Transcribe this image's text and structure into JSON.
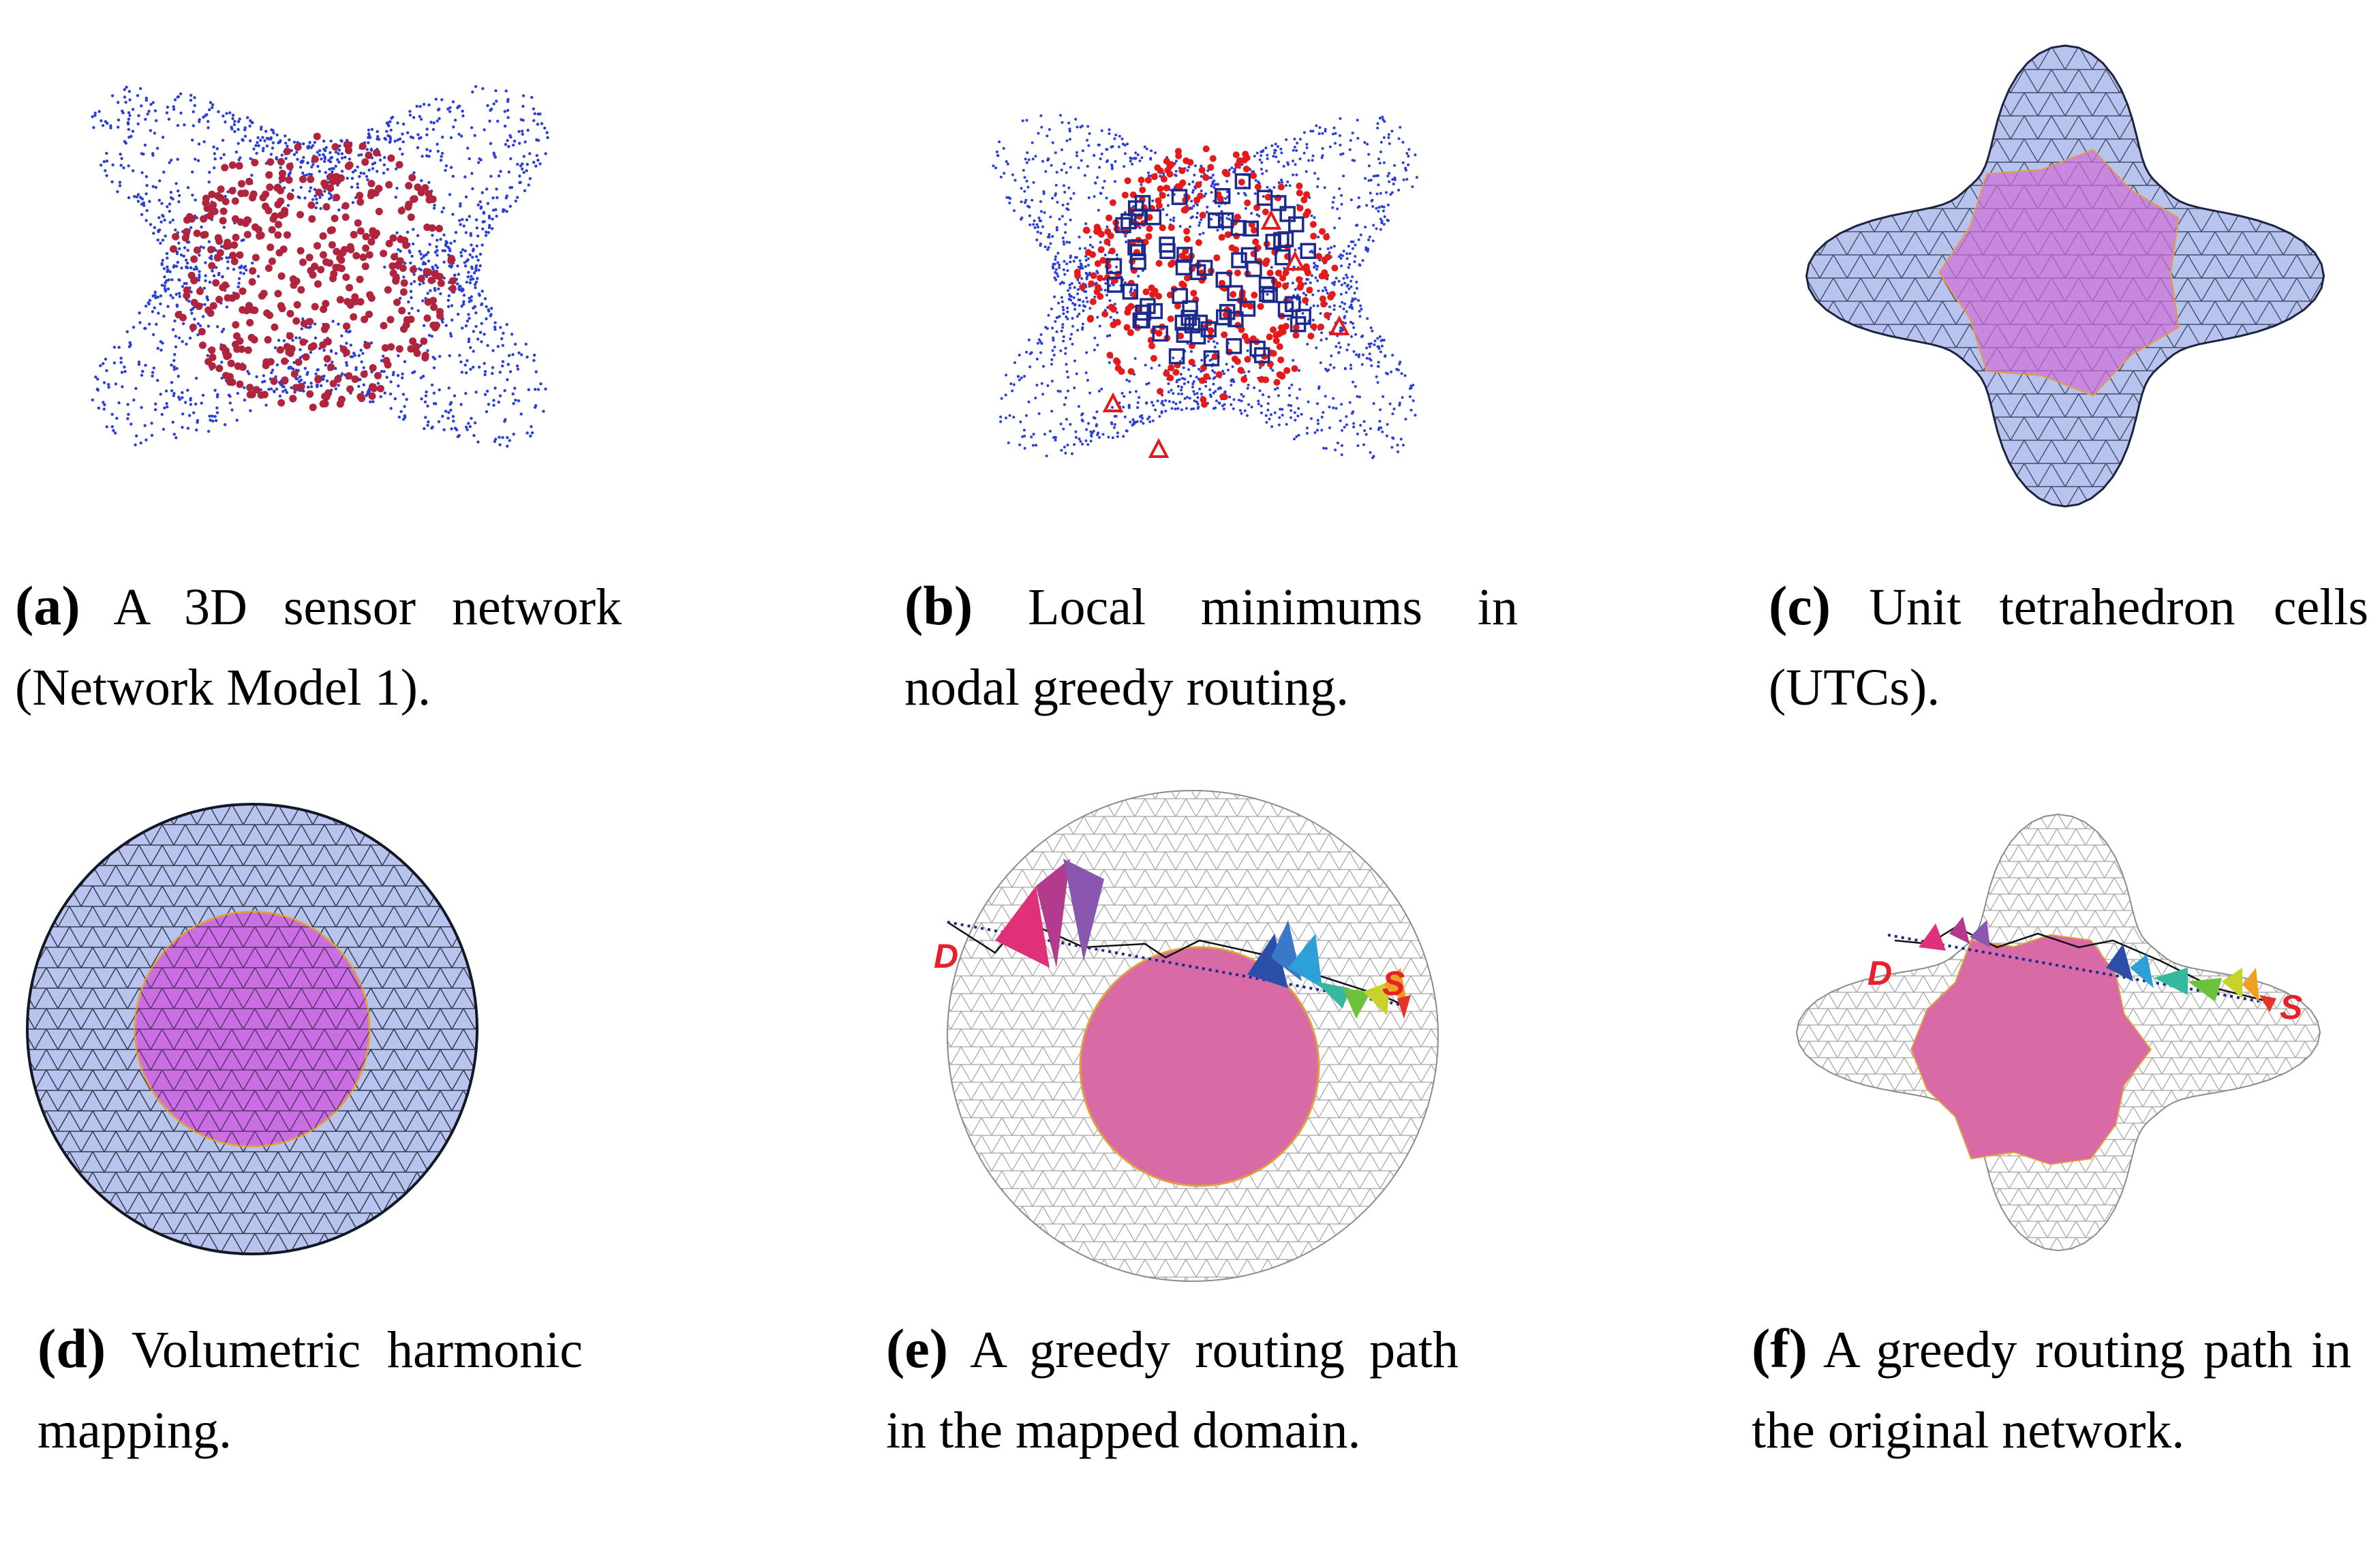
{
  "panels": [
    {
      "letter": "a",
      "caption": "A 3D sensor network (Network Model 1)."
    },
    {
      "letter": "b",
      "caption": "Local minimums in nodal greedy routing."
    },
    {
      "letter": "c",
      "caption": "Unit tetrahedron cells (UTCs)."
    },
    {
      "letter": "d",
      "caption": "Volumetric harmonic mapping."
    },
    {
      "letter": "e",
      "caption": "A greedy routing path in the mapped domain."
    },
    {
      "letter": "f",
      "caption": "A greedy routing path in the original network."
    }
  ],
  "labels": {
    "destination": "D",
    "source": "S"
  },
  "colors": {
    "sensor_blue": "#2a3fd6",
    "interior_red": "#b0243d",
    "minimum_red": "#e51a1a",
    "boundary_square": "#1c2a8c",
    "mesh_fill": "#b9c4ee",
    "mesh_line": "#1b2440",
    "core_magenta": "#cf6fd6",
    "core_pink": "#d86aa6",
    "core_edge": "#e0a040",
    "wire_gray": "#8c8c8c"
  }
}
